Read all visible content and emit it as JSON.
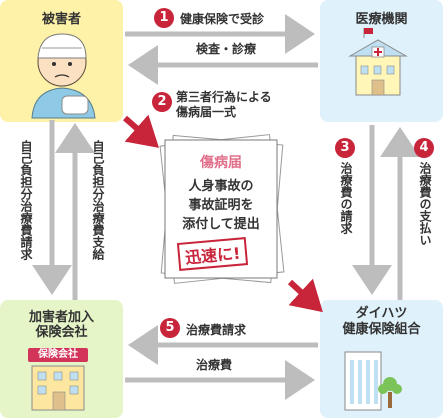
{
  "nodes": {
    "victim": "被害者",
    "medical": "医療機関",
    "insurer": "加害者加入\n保険会社",
    "insurer_sign": "保険会社",
    "daihatsu": "ダイハツ\n健康保険組合"
  },
  "center_doc": {
    "title": "傷病届",
    "body": "人身事故の\n事故証明を\n添付して提出",
    "stamp": "迅速に!"
  },
  "steps": {
    "s1_num": "1",
    "s1_label": "健康保険で受診",
    "exam_label": "検査・診療",
    "s2_num": "2",
    "s2_label": "第三者行為による\n傷病届一式",
    "s3_num": "3",
    "s3_label": "治療費の請求",
    "s4_num": "4",
    "s4_label": "治療費の支払い",
    "s5_num": "5",
    "s5_label": "治療費請求",
    "fee_label": "治療費",
    "left_claim": "自己負担分治療費請求",
    "left_pay": "自己負担分治療費支給"
  },
  "colors": {
    "yellow_box": "#fdf2a8",
    "blue_box": "#dff1fb",
    "green_box": "#e5f5c8",
    "badge_red": "#c8243a",
    "arrow_gray": "#bdbdbd",
    "arrow_red": "#c8243a"
  }
}
